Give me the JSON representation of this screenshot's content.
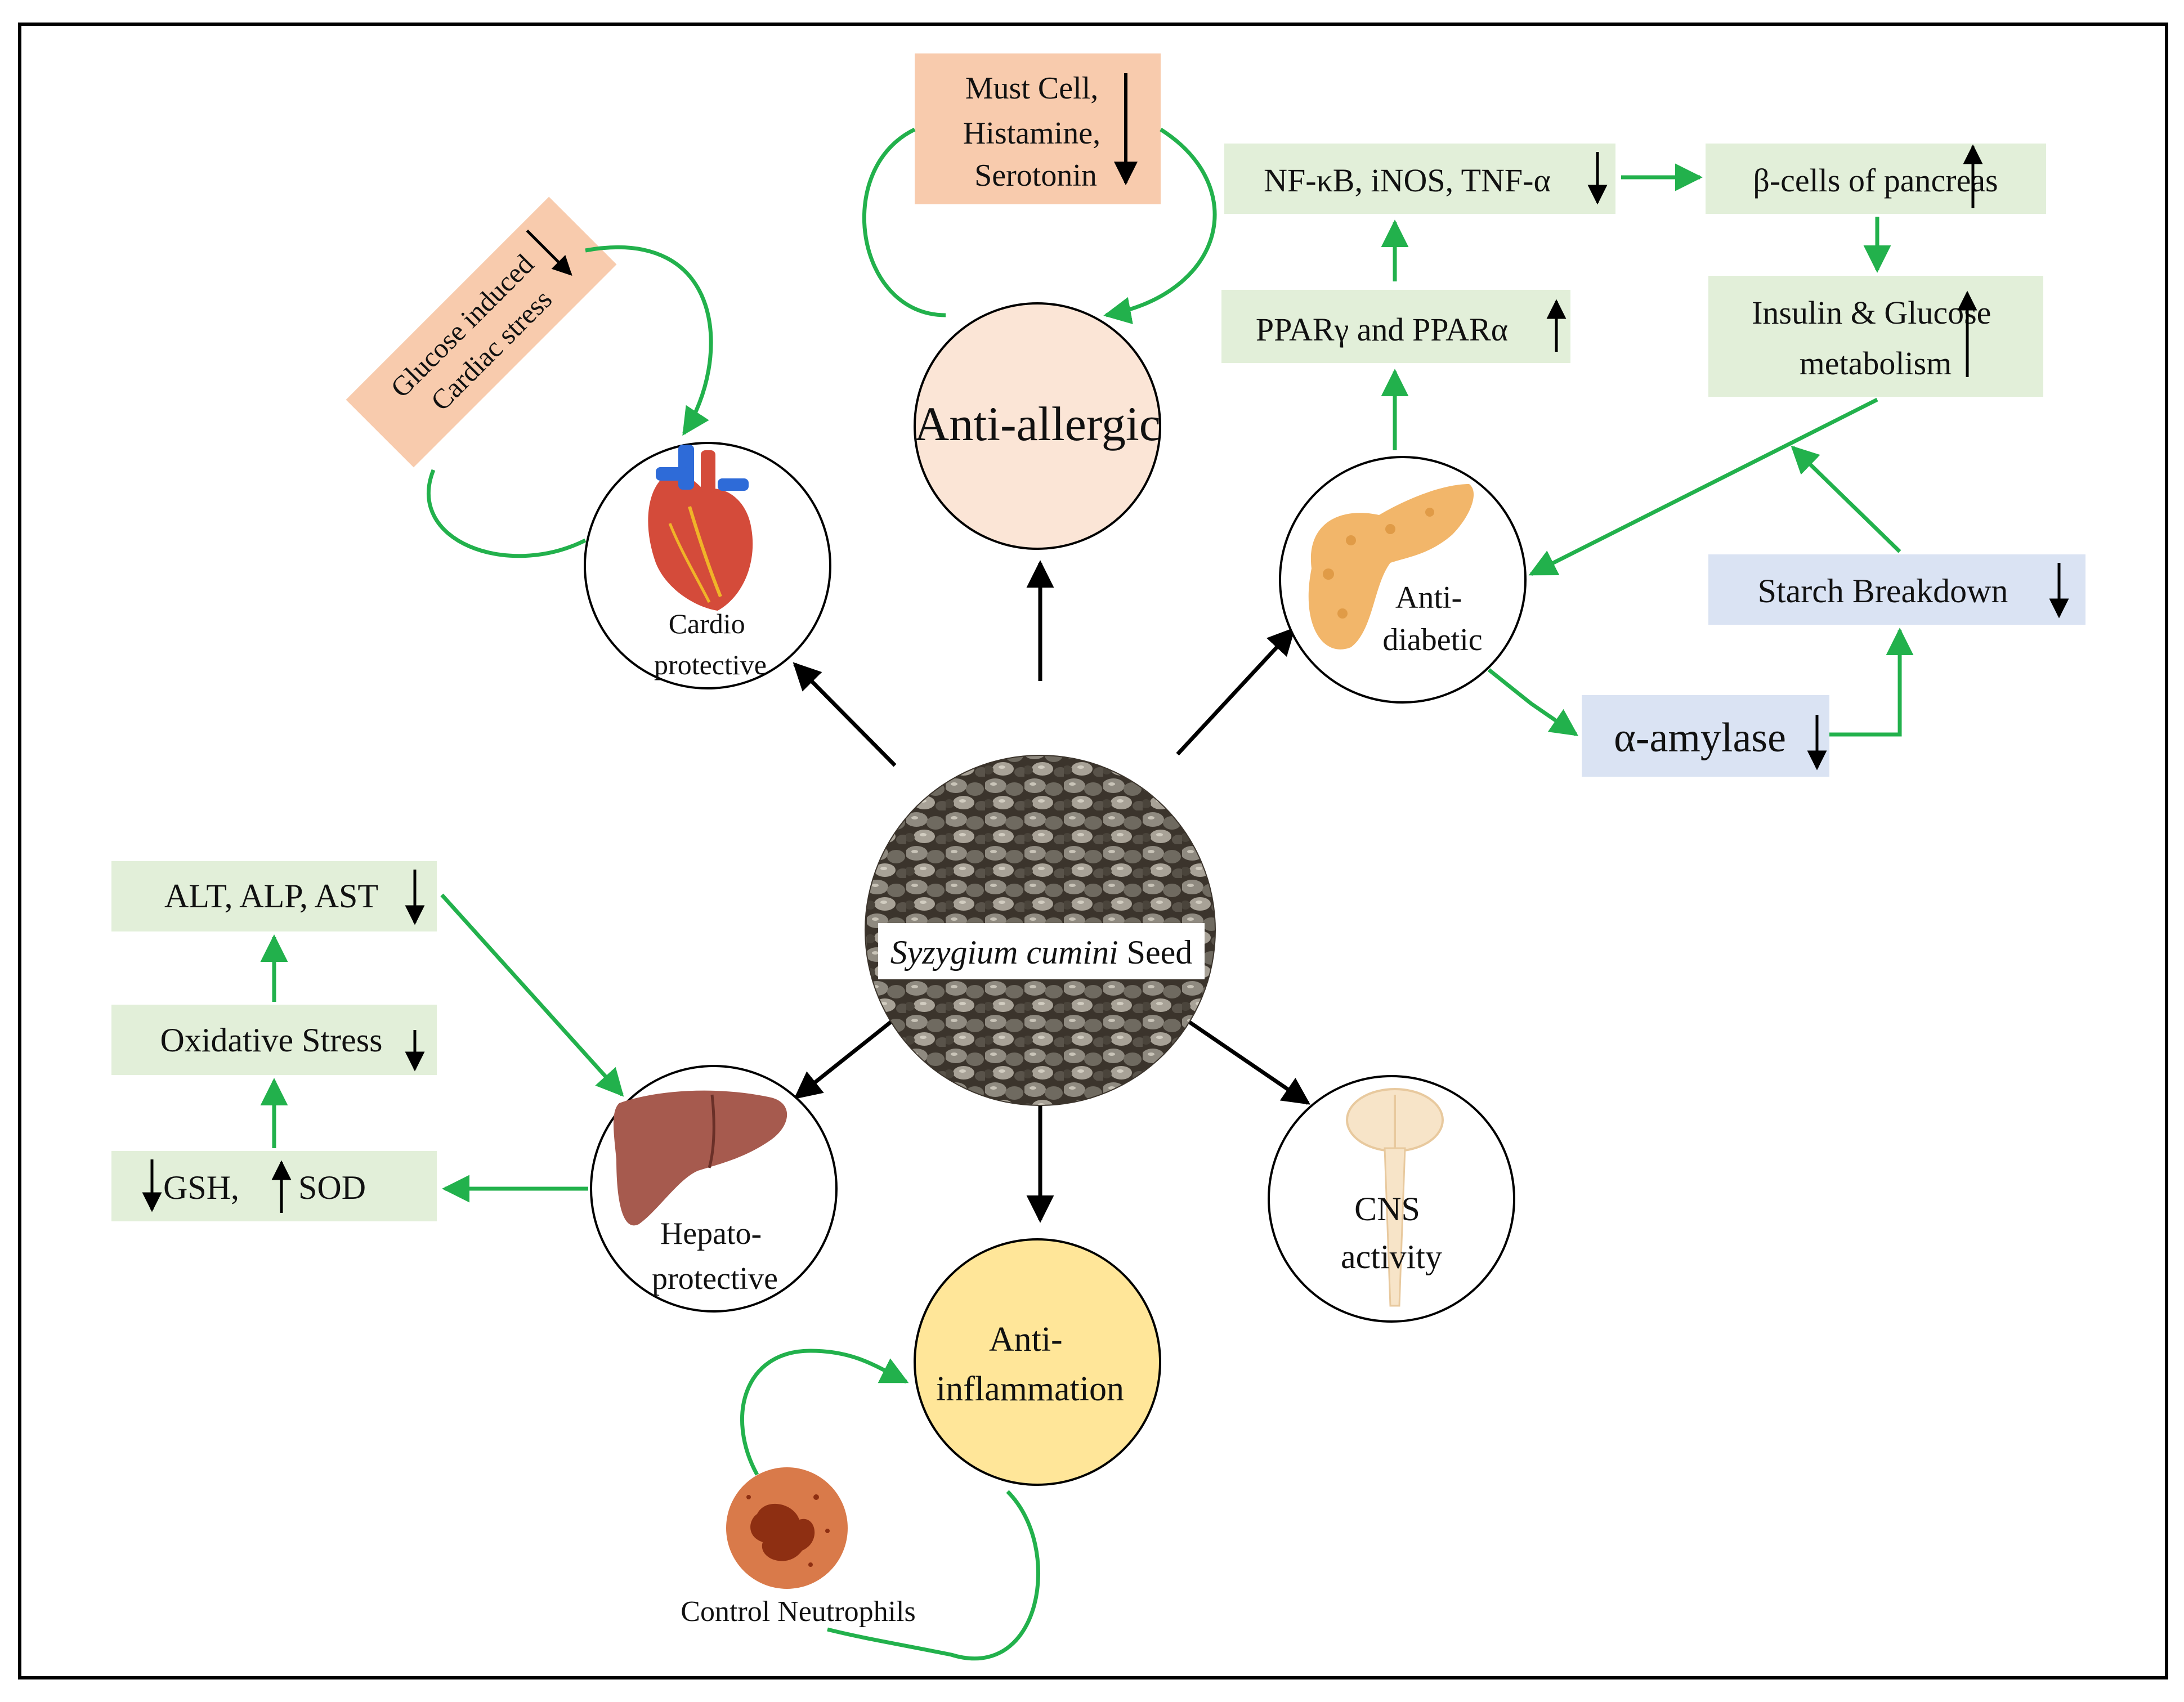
{
  "center": {
    "label_italic": "Syzygium cumini",
    "label_regular": " Seed"
  },
  "nodes": {
    "anti_allergic": "Anti-allergic",
    "cardio_line1": "Cardio",
    "cardio_line2": "protective",
    "anti_diabetic_line1": "Anti-",
    "anti_diabetic_line2": "diabetic",
    "hepato_line1": "Hepato-",
    "hepato_line2": "protective",
    "anti_inflammation_line1": "Anti-",
    "anti_inflammation_line2": "inflammation",
    "cns_line1": "CNS",
    "cns_line2": "activity"
  },
  "boxes": {
    "mast_line1": "Must Cell,",
    "mast_line2": "Histamine,",
    "mast_line3": "Serotonin",
    "cardiac_line1": "Glucose induced",
    "cardiac_line2": "Cardiac stress",
    "nfkb": "NF-κB, iNOS, TNF-α",
    "beta_cells": "β-cells of pancreas",
    "ppar": "PPARγ and PPARα",
    "insulin_line1": "Insulin & Glucose",
    "insulin_line2": "metabolism",
    "starch": "Starch Breakdown",
    "amylase": "α-amylase",
    "alt": "ALT, ALP, AST",
    "oxidative": "Oxidative Stress",
    "gsh": "GSH,",
    "sod": "SOD",
    "neutrophils": "Control Neutrophils"
  },
  "colors": {
    "green_arrow": "#22b14c",
    "peach_box": "#f8cbad",
    "green_box": "#e2efd9",
    "blue_box": "#dae3f3",
    "anti_allergic_fill": "#fbe5d6",
    "anti_inflammation_fill": "#ffe699",
    "neutrophil_fill": "#d97a4a"
  }
}
